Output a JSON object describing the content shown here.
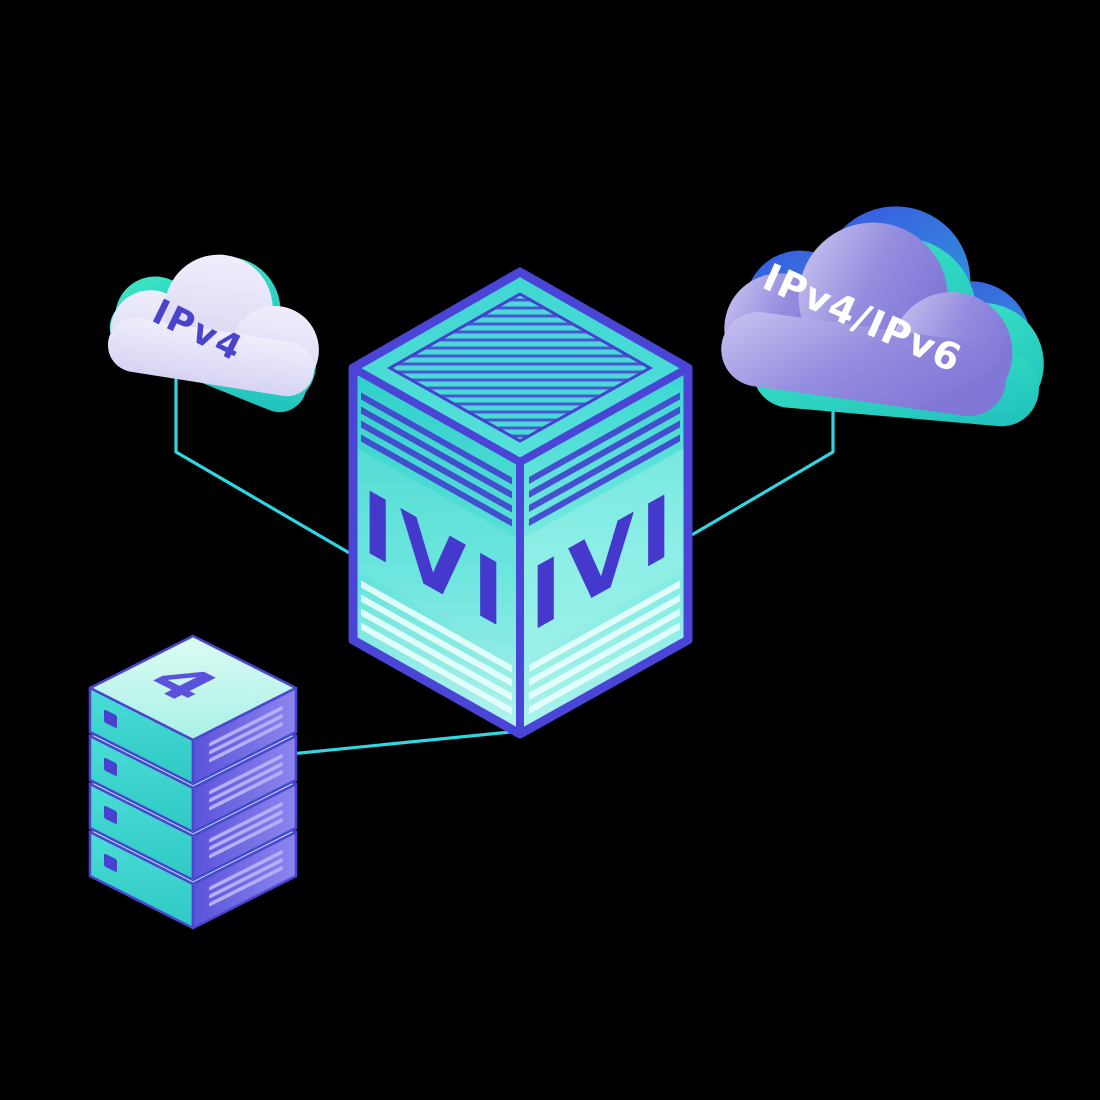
{
  "scene": {
    "description": "Isometric network diagram of an IVI IPv4/IPv6 translator",
    "background": "#000000",
    "left_cloud": {
      "label": "IPv4"
    },
    "right_cloud": {
      "label": "IPv4/IPv6"
    },
    "cube": {
      "left_face_label": "IVI",
      "right_face_label": "IVI"
    },
    "server_stack": {
      "label": "4",
      "unit_count": "4"
    },
    "colors": {
      "teal_face": "#35d8d0",
      "indigo_edge": "#4a45d6",
      "letter_indigo": "#4538cd",
      "cyan_line": "#30d6e2",
      "lavender_cloud": "#e9e7fa",
      "purple_cloud": "#8a83dc",
      "mint_accent": "#35e3c2",
      "blue_accent": "#3a55e0",
      "slab_purple": "#6a63e2",
      "slab_mint_top": "#d9fbf4"
    }
  }
}
